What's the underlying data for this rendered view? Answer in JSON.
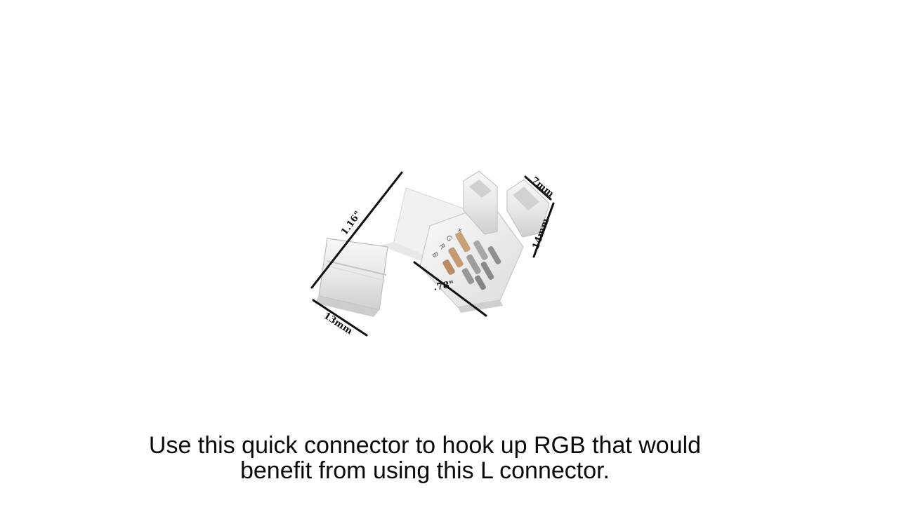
{
  "dimensions": {
    "length_label": "1.16\"",
    "width_label": "13mm",
    "inner_label": ".78\"",
    "tab_width_label": "7mm",
    "tab_height_label": "14mm"
  },
  "pin_labels": [
    "+",
    "G",
    "R",
    "B"
  ],
  "caption": {
    "line1": "Use this quick connector to hook up RGB that would",
    "line2": "benefit from using this L connector."
  }
}
